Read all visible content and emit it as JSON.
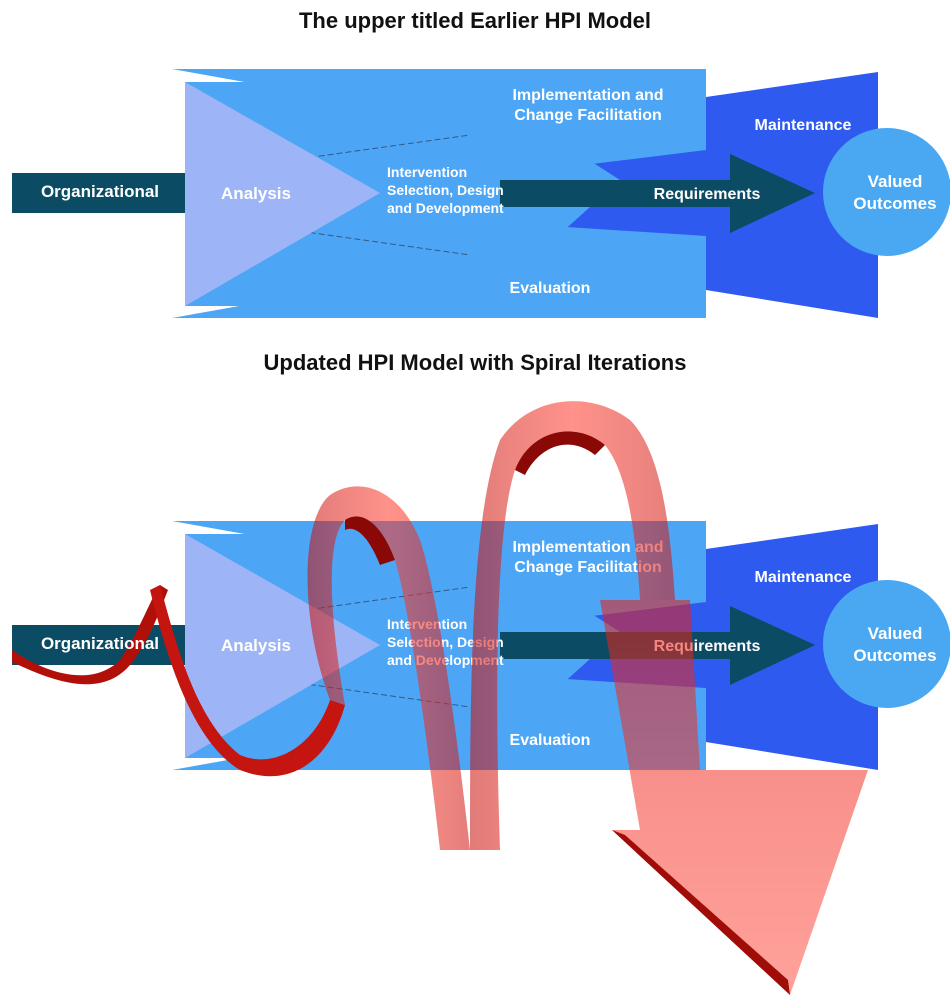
{
  "diagrams": [
    {
      "title": "The upper titled Earlier HPI Model",
      "labels": {
        "organizational": "Organizational",
        "analysis": "Analysis",
        "implementation_line1": "Implementation and",
        "implementation_line2": "Change Facilitation",
        "maintenance": "Maintenance",
        "intervention_line1": "Intervention",
        "intervention_line2": "Selection, Design",
        "intervention_line3": "and Development",
        "requirements": "Requirements",
        "valued_line1": "Valued",
        "valued_line2": "Outcomes",
        "evaluation": "Evaluation"
      }
    },
    {
      "title": "Updated HPI Model with Spiral Iterations",
      "labels": {
        "organizational": "Organizational",
        "analysis": "Analysis",
        "implementation_line1": "Implementation and",
        "implementation_line2": "Change Facilitation",
        "maintenance": "Maintenance",
        "intervention_line1": "Intervention",
        "intervention_line2": "Selection, Design",
        "intervention_line3": "and Development",
        "requirements": "Requirements",
        "valued_line1": "Valued",
        "valued_line2": "Outcomes",
        "evaluation": "Evaluation"
      }
    }
  ],
  "colors": {
    "light_blue": "#4da6f5",
    "pale_blue": "#9db5f7",
    "royal_blue": "#2e5af0",
    "circle_blue": "#4aa8f2",
    "dark_teal": "#0b4b63",
    "spiral_red": "#e8201a",
    "spiral_dark": "#9e0b08"
  }
}
